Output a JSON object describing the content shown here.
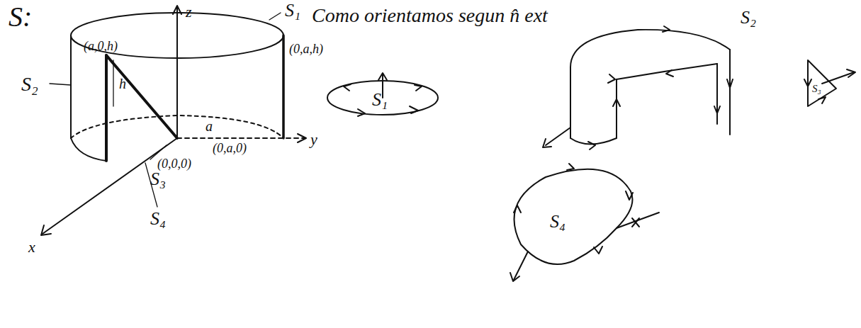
{
  "diagram": {
    "labels": [
      "S:",
      "z",
      "S₁",
      "Como orientamos segun n̂ ext",
      "(a,0,h)",
      "(0,a,h)",
      "S₂",
      "h",
      "a",
      "(0,a,0)",
      "y",
      "(0,0,0)",
      "S₃",
      "S₄",
      "x",
      "S₁",
      "S₂",
      "S₃",
      "S₄"
    ]
  }
}
